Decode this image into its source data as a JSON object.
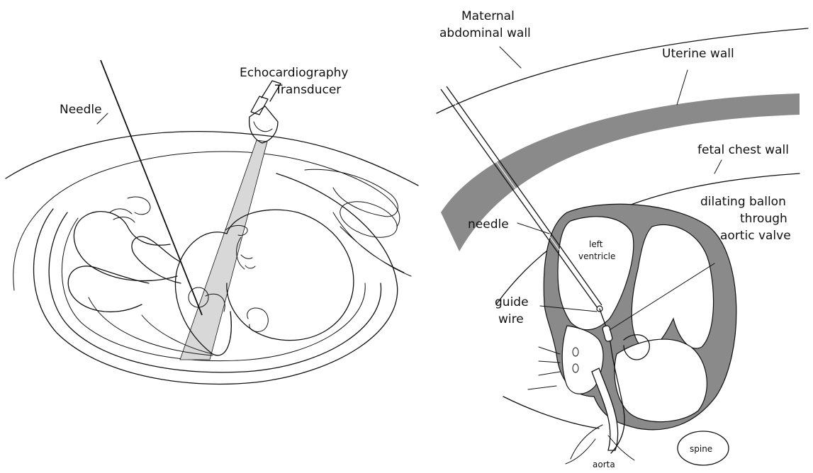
{
  "left_panel": {
    "labels": {
      "needle": "Needle",
      "transducer_line1": "Echocardiography",
      "transducer_line2": "Transducer"
    }
  },
  "right_panel": {
    "labels": {
      "maternal_line1": "Maternal",
      "maternal_line2": "abdominal wall",
      "uterine_wall": "Uterine wall",
      "fetal_chest_wall": "fetal chest wall",
      "needle": "needle",
      "balloon_line1": "dilating ballon",
      "balloon_line2": "through",
      "balloon_line3": "aortic valve",
      "left_ventricle_line1": "left",
      "left_ventricle_line2": "ventricle",
      "guide_line1": "guide",
      "guide_line2": "wire",
      "spine": "spine",
      "aorta": "aorta"
    }
  },
  "colors": {
    "tissue_gray": "#8a8a8a",
    "beam_gray": "#d8d8d8",
    "ink": "#111111"
  }
}
